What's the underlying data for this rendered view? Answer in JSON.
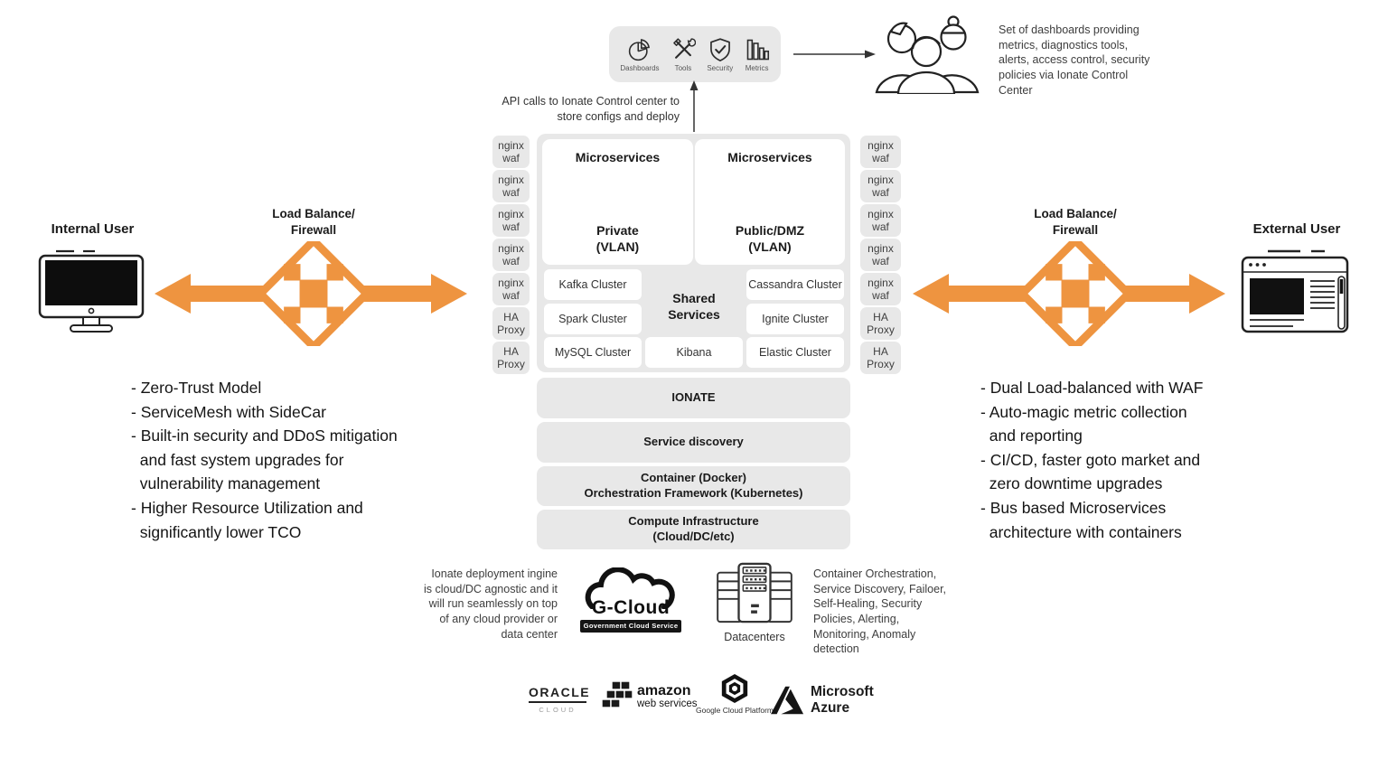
{
  "colors": {
    "orange": "#EE9440",
    "panel_gray": "#E8E8E8",
    "ink": "#1a1a1a"
  },
  "top": {
    "icon_labels": [
      "Dashboards",
      "Tools",
      "Security",
      "Metrics"
    ],
    "api_note": "API calls to Ionate Control center to\nstore configs and deploy",
    "dashboards_note": "Set of dashboards providing\nmetrics, diagnostics tools,\nalerts, access control, security\npolicies via Ionate Control\nCenter"
  },
  "left": {
    "user_label": "Internal User",
    "lb_label": "Load Balance/\nFirewall",
    "bullets": "- Zero-Trust Model\n- ServiceMesh with SideCar\n- Built-in security and DDoS mitigation\n  and fast system upgrades for\n  vulnerability management\n- Higher Resource Utilization and\n  significantly lower TCO"
  },
  "right": {
    "user_label": "External User",
    "lb_label": "Load Balance/\nFirewall",
    "bullets": "- Dual Load-balanced with WAF\n- Auto-magic metric collection\n  and reporting\n- CI/CD, faster goto market and\n  zero downtime upgrades\n- Bus based Microservices\n  architecture with containers"
  },
  "center": {
    "left_column": [
      "nginx\nwaf",
      "nginx\nwaf",
      "nginx\nwaf",
      "nginx\nwaf",
      "nginx\nwaf",
      "HA\nProxy",
      "HA\nProxy"
    ],
    "right_column": [
      "nginx\nwaf",
      "nginx\nwaf",
      "nginx\nwaf",
      "nginx\nwaf",
      "nginx\nwaf",
      "HA\nProxy",
      "HA\nProxy"
    ],
    "zones": [
      {
        "title": "Microservices",
        "subtitle": "Private\n(VLAN)"
      },
      {
        "title": "Microservices",
        "subtitle": "Public/DMZ\n(VLAN)"
      }
    ],
    "shared_label": "Shared\nServices",
    "clusters": {
      "kafka": "Kafka Cluster",
      "spark": "Spark Cluster",
      "mysql": "MySQL Cluster",
      "kibana": "Kibana",
      "cassandra": "Cassandra Cluster",
      "ignite": "Ignite Cluster",
      "elastic": "Elastic Cluster"
    },
    "stack": [
      "IONATE",
      "Service discovery",
      "Container (Docker)\nOrchestration Framework (Kubernetes)",
      "Compute Infrastructure\n(Cloud/DC/etc)"
    ]
  },
  "bottom": {
    "deploy_note": "Ionate deployment ingine\nis cloud/DC agnostic and it\nwill run seamlessly on top\nof any cloud provider or\ndata center",
    "gcloud": {
      "name": "G-Cloud",
      "tagline": "Government Cloud Service"
    },
    "datacenters_label": "Datacenters",
    "orchestration_note": "Container Orchestration,\nService Discovery, Failoer,\nSelf-Healing, Security\nPolicies, Alerting,\nMonitoring, Anomaly\ndetection",
    "logos": {
      "oracle": {
        "name": "ORACLE",
        "sub": "CLOUD"
      },
      "aws": {
        "name": "amazon",
        "sub": "web services"
      },
      "gcp": {
        "name": "Google Cloud Platform"
      },
      "azure": {
        "name": "Microsoft",
        "sub": "Azure"
      }
    }
  }
}
